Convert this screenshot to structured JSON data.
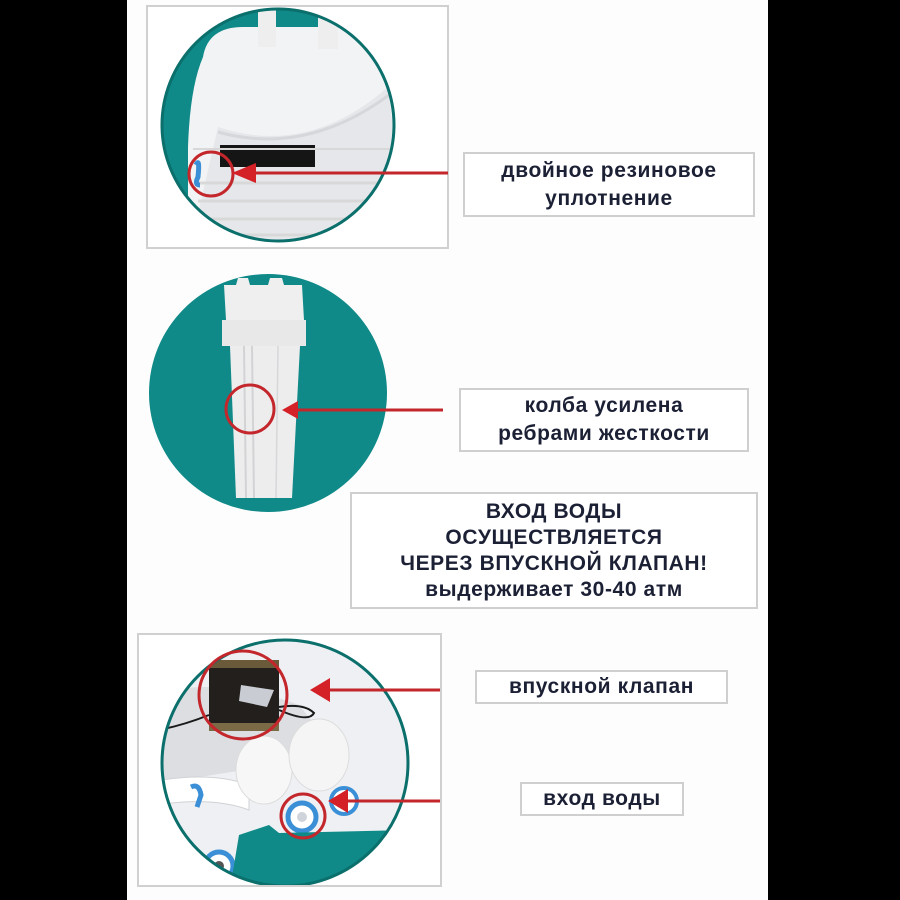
{
  "colors": {
    "teal": "#0f8a88",
    "teal_dark": "#0b6f6c",
    "red": "#d42128",
    "text": "#1c2035",
    "side_bars": "#000000"
  },
  "panels": [
    {
      "id": "seal",
      "image_subject": "filter-housing-cap-with-double-rubber-seal",
      "label_lines": [
        "двойное резиновое",
        "уплотнение"
      ]
    },
    {
      "id": "flask",
      "image_subject": "filter-flask-with-stiffening-ribs",
      "label_lines": [
        "колба усилена",
        "ребрами жесткости"
      ]
    },
    {
      "id": "inlet",
      "image_subject": "inlet-valve-and-water-input-fittings",
      "callouts": [
        {
          "label": "впускной клапан"
        },
        {
          "label": "вход воды"
        }
      ]
    }
  ],
  "notice": {
    "lines": [
      "ВХОД ВОДЫ",
      "ОСУЩЕСТВЛЯЕТСЯ",
      "ЧЕРЕЗ ВПУСКНОЙ КЛАПАН!",
      "выдерживает 30-40 атм"
    ]
  }
}
